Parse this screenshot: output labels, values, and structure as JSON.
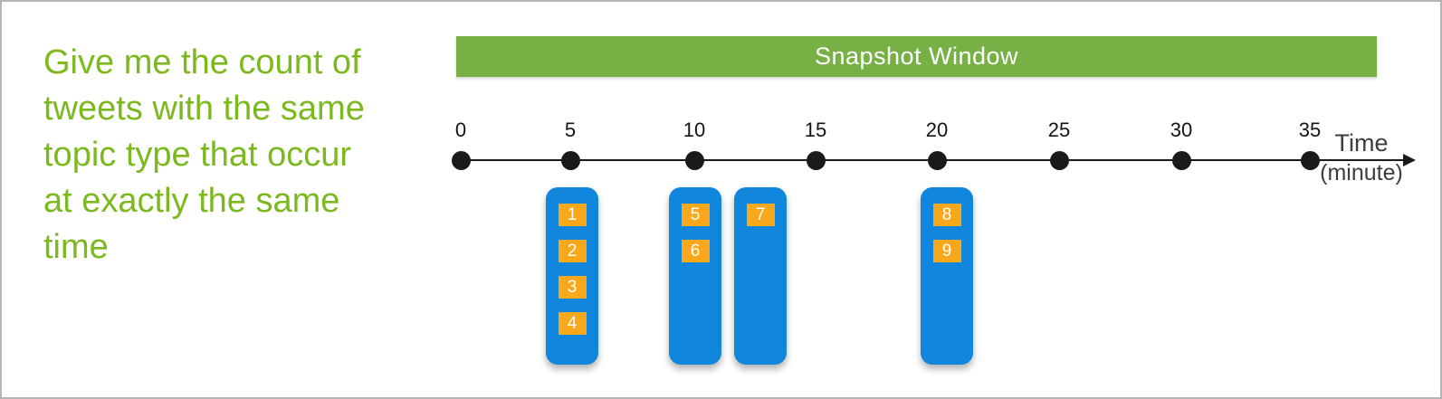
{
  "question": {
    "lines": [
      "Give me the count of",
      "tweets with the same",
      "topic type that occur",
      "at exactly the same",
      "time"
    ]
  },
  "header": {
    "label": "Snapshot Window"
  },
  "axis": {
    "tick_labels": [
      "0",
      "5",
      "10",
      "15",
      "20",
      "25",
      "30",
      "35"
    ],
    "unit_line1": "Time",
    "unit_line2": "(minute)"
  },
  "groups": [
    {
      "time_minute": 5,
      "tweet_ids": [
        "1",
        "2",
        "3",
        "4"
      ]
    },
    {
      "time_minute": 10,
      "tweet_ids": [
        "5",
        "6"
      ]
    },
    {
      "time_minute": 12.5,
      "tweet_ids": [
        "7"
      ]
    },
    {
      "time_minute": 20,
      "tweet_ids": [
        "8",
        "9"
      ]
    }
  ],
  "colors": {
    "question_green": "#7cb91e",
    "bar_green": "#77b044",
    "tweet_blue": "#1086dc",
    "tweet_marker_orange": "#f9a71b",
    "axis_black": "#1a1a1a",
    "border_gray": "#b5b5b5",
    "background": "#ffffff"
  }
}
